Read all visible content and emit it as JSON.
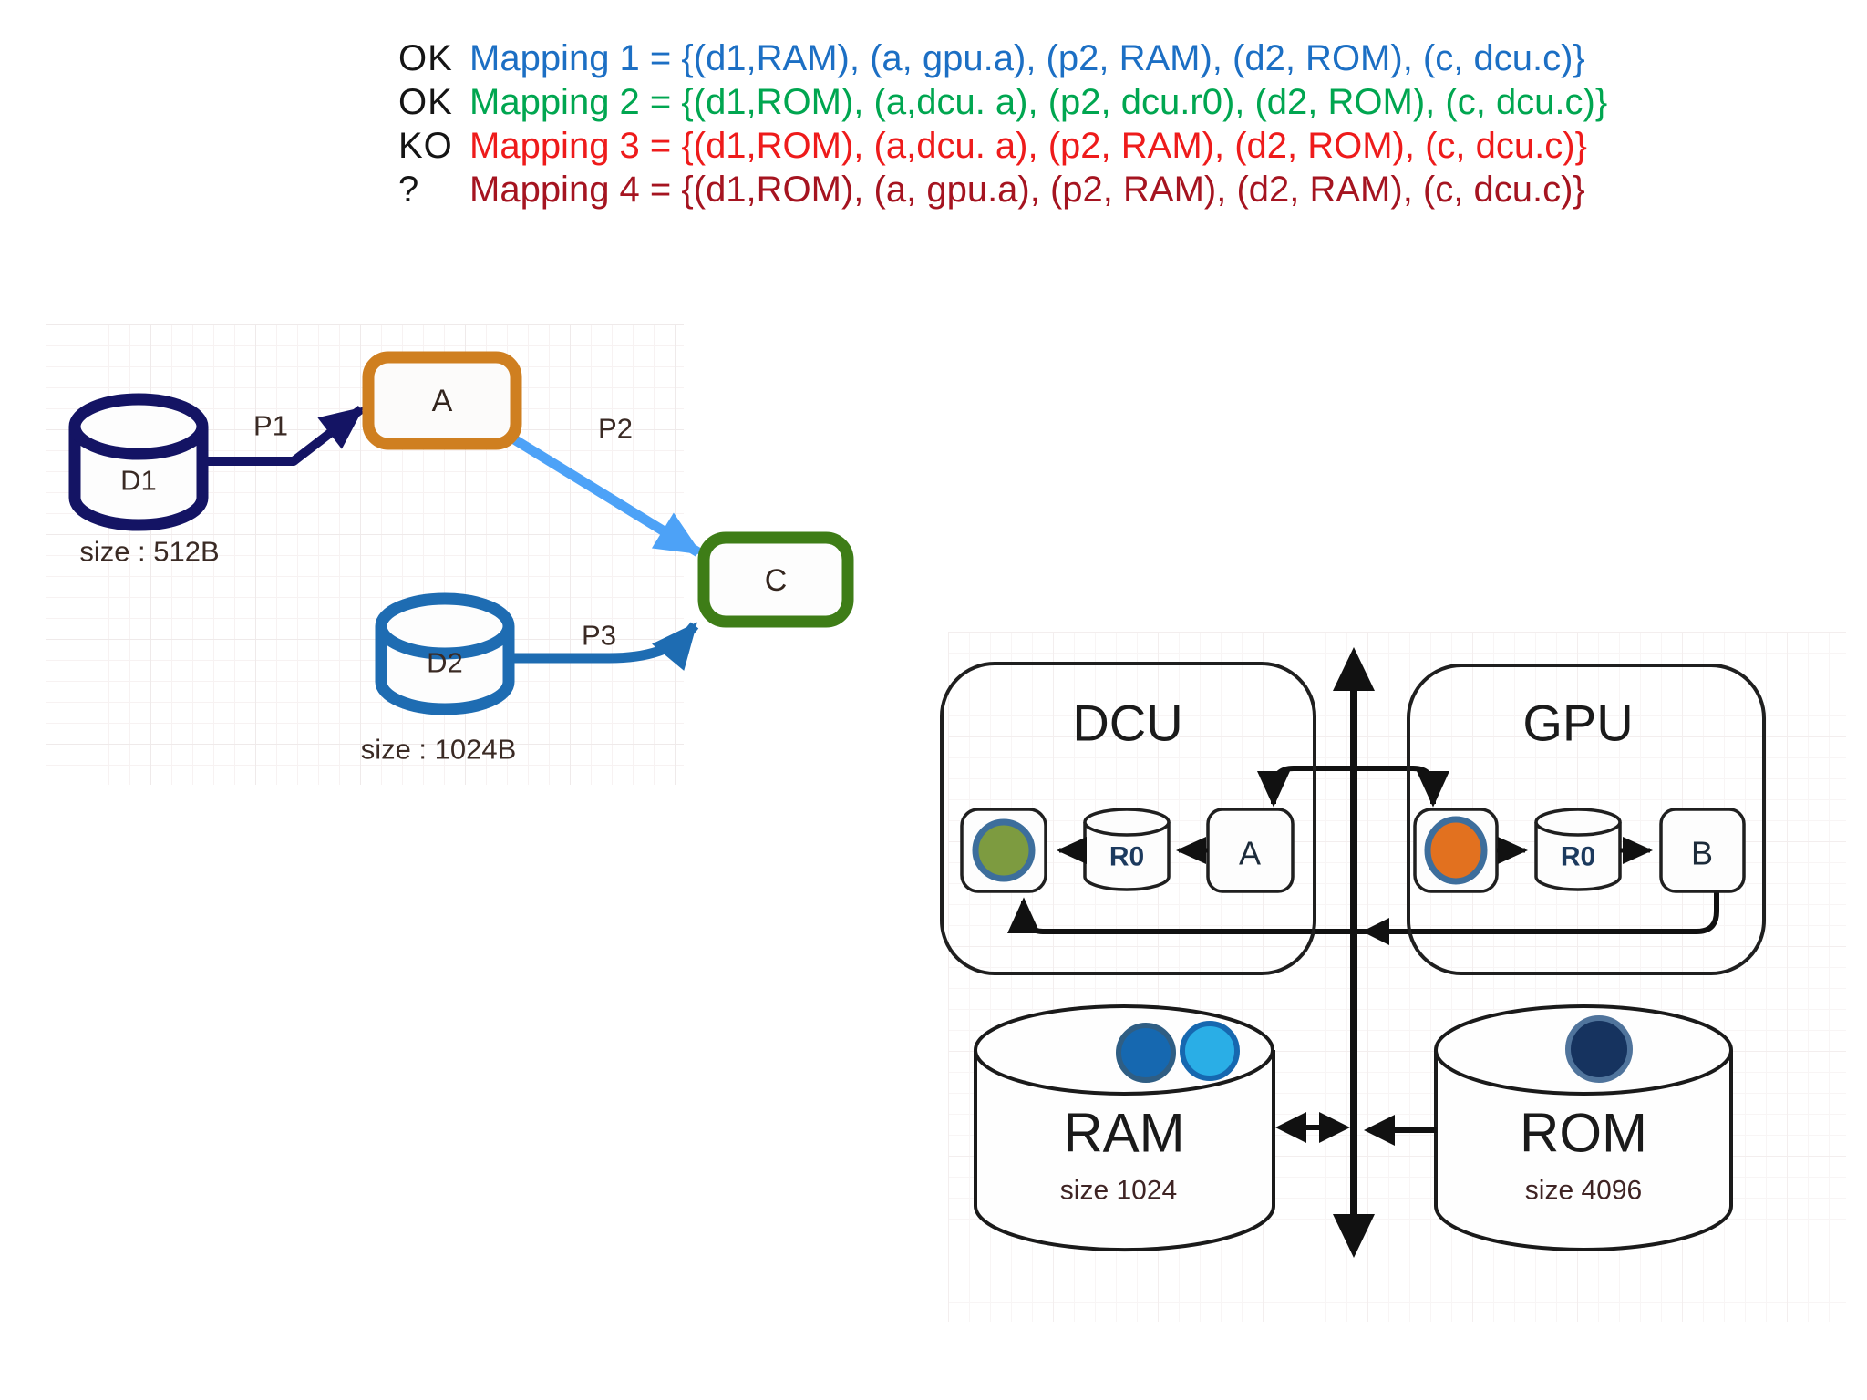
{
  "mappings": {
    "rows": [
      {
        "status": "OK",
        "text": "Mapping 1 = {(d1,RAM), (a, gpu.a), (p2, RAM), (d2, ROM), (c, dcu.c)}",
        "color": "#1c6fc4"
      },
      {
        "status": "OK",
        "text": "Mapping 2 = {(d1,ROM), (a,dcu. a), (p2, dcu.r0), (d2, ROM), (c, dcu.c)}",
        "color": "#00a650"
      },
      {
        "status": "KO",
        "text": "Mapping 3 = {(d1,ROM), (a,dcu. a), (p2, RAM), (d2, ROM), (c, dcu.c)}",
        "color": "#ee1b1b"
      },
      {
        "status": "?",
        "text": "Mapping 4 = {(d1,ROM), (a, gpu.a), (p2, RAM), (d2, RAM), (c, dcu.c)}",
        "color": "#a51420"
      }
    ]
  },
  "dataflow": {
    "d1": {
      "label": "D1",
      "size": "size : 512B",
      "color": "#141464"
    },
    "d2": {
      "label": "D2",
      "size": "size : 1024B",
      "color": "#1e6cb2"
    },
    "a": {
      "label": "A",
      "color": "#cf7f20"
    },
    "c": {
      "label": "C",
      "color": "#3e7d17"
    },
    "p1": {
      "label": "P1",
      "color": "#141464"
    },
    "p2": {
      "label": "P2",
      "color": "#4da2f7"
    },
    "p3": {
      "label": "P3",
      "color": "#1e6cb2"
    }
  },
  "hardware": {
    "dcu": {
      "title": "DCU",
      "reg": "R0",
      "proc": "A",
      "slot_color": "#7d9b40",
      "slot_border": "#3d6e9c"
    },
    "gpu": {
      "title": "GPU",
      "reg": "R0",
      "proc": "B",
      "slot_color": "#e2711f",
      "slot_border": "#3d6e9c"
    },
    "ram": {
      "title": "RAM",
      "size": "size 1024",
      "chip1_color": "#1668b0",
      "chip2_color": "#2aaee6"
    },
    "rom": {
      "title": "ROM",
      "size": "size 4096",
      "chip_color": "#16335f"
    }
  }
}
